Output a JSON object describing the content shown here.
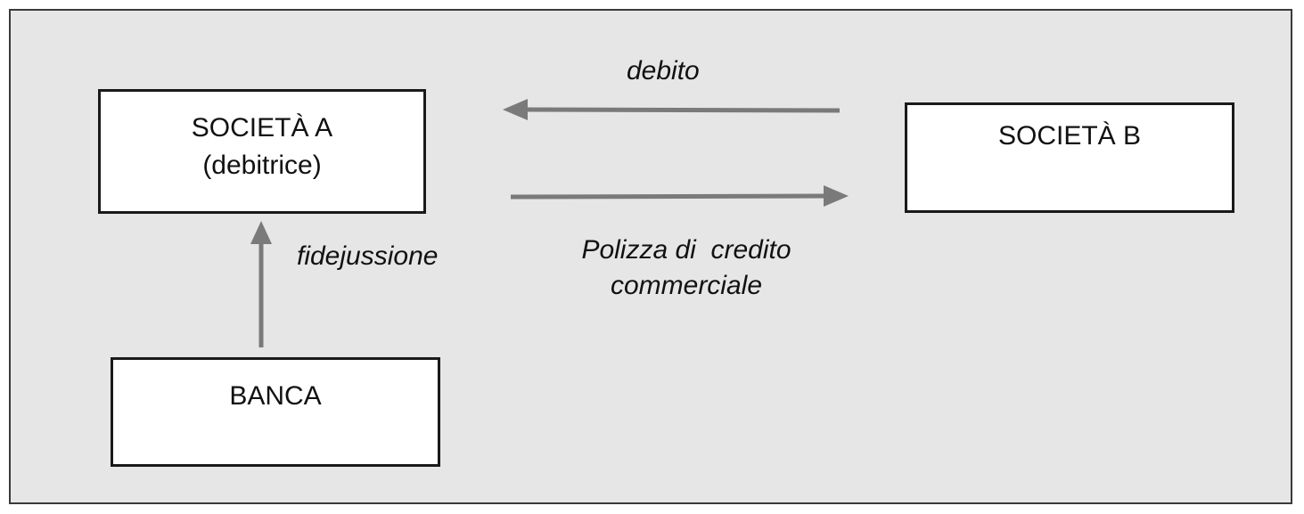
{
  "nodes": {
    "societa_a": {
      "line1": "SOCIETÀ A",
      "line2": "(debitrice)"
    },
    "societa_b": {
      "line1": "SOCIETÀ B"
    },
    "banca": {
      "line1": "BANCA"
    }
  },
  "edges": {
    "debito": {
      "label": "debito",
      "from": "SOCIETÀ B",
      "to": "SOCIETÀ A"
    },
    "polizza": {
      "label_line1": "Polizza di  credito",
      "label_line2": "commerciale",
      "from": "SOCIETÀ A",
      "to": "SOCIETÀ B"
    },
    "fidejussione": {
      "label": "fidejussione",
      "from": "BANCA",
      "to": "SOCIETÀ A"
    }
  },
  "colors": {
    "background": "#e6e6e6",
    "arrow": "#7a7a7a",
    "box_border": "#1a1a1a"
  }
}
